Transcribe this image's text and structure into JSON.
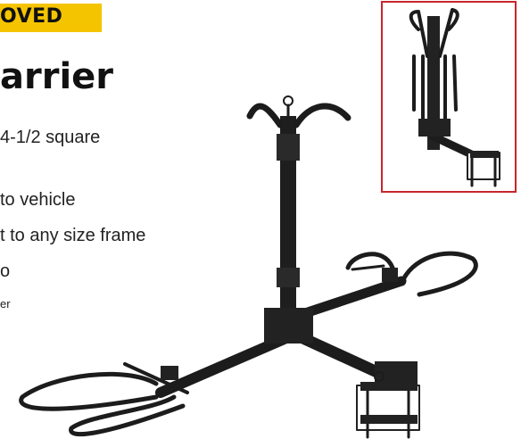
{
  "badge": {
    "text": "OVED",
    "color": "#f5c400"
  },
  "title": "arrier",
  "features": [
    "4-1/2 square",
    "to vehicle",
    "t to any size frame",
    "o",
    "er"
  ],
  "product_image": {
    "alt": "bike-hitch-rack-photo"
  },
  "thumbnail": {
    "alt": "rack-folded-up-photo",
    "border_color": "#c8262b"
  }
}
